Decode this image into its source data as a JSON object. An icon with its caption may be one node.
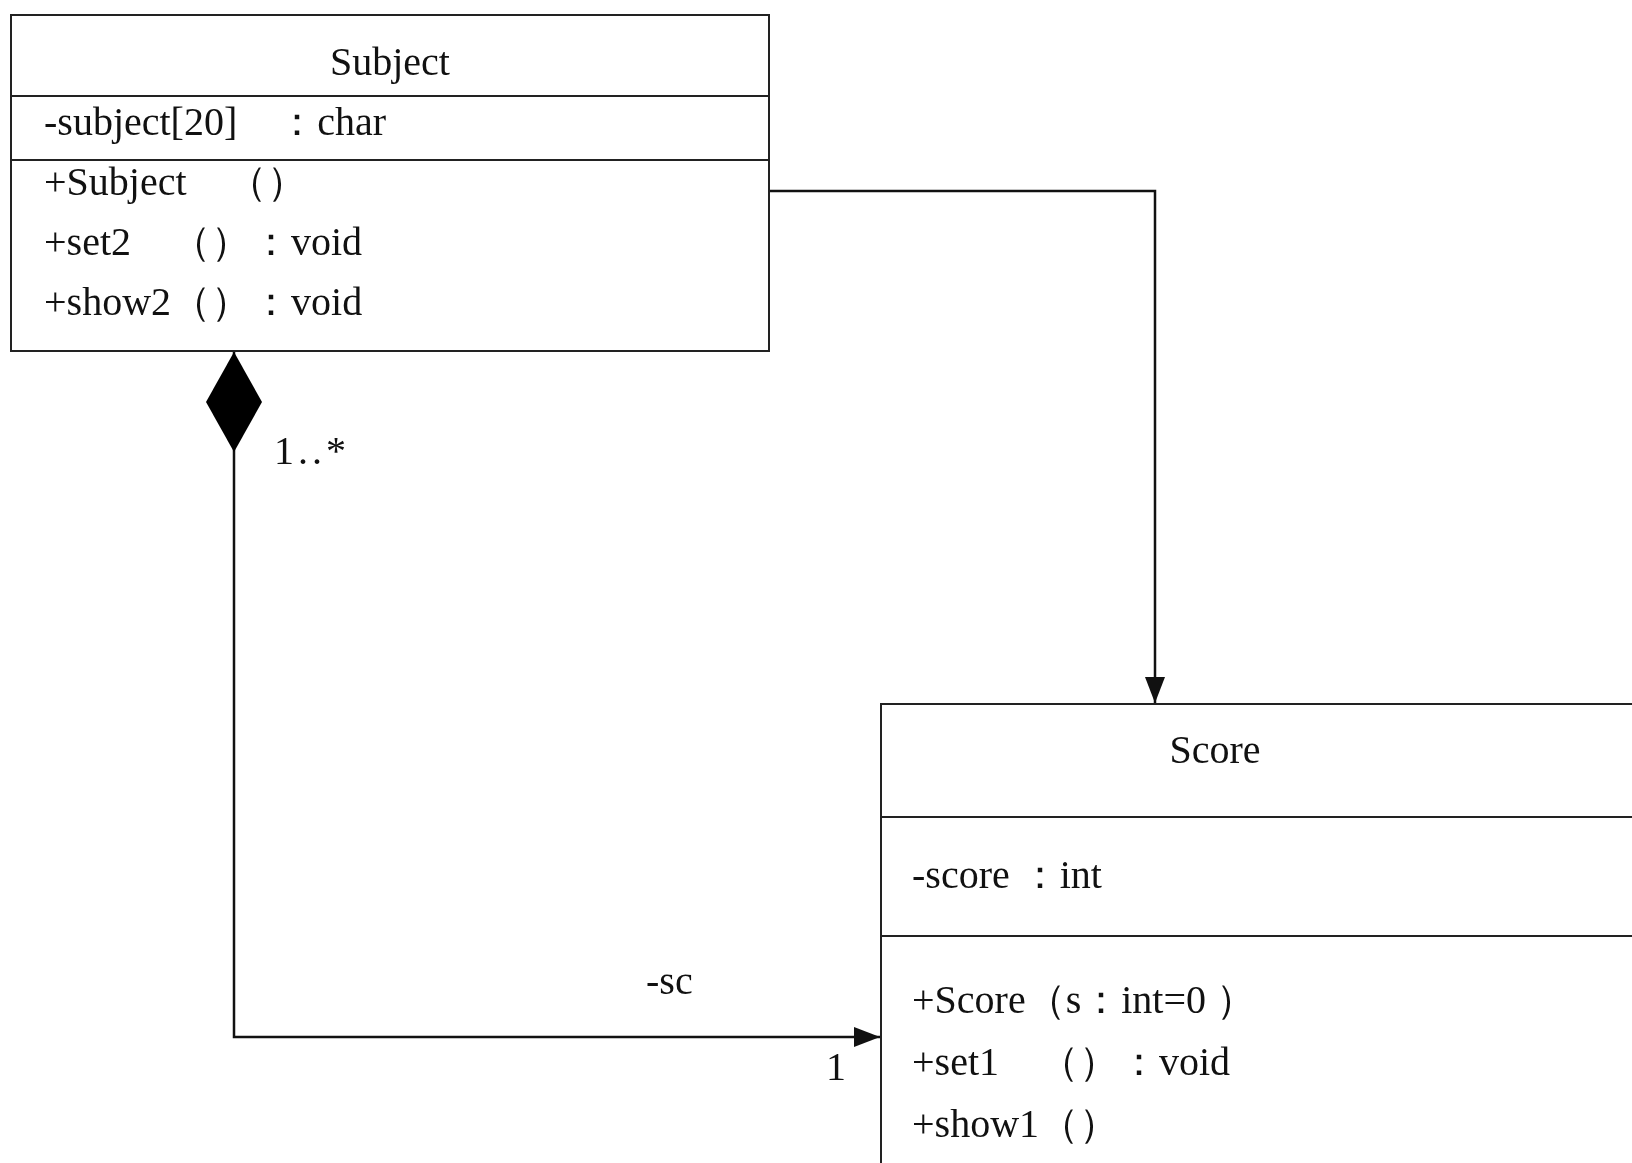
{
  "diagram": {
    "nodes": [
      {
        "text": [
          "Subject",
          "-subject[20]　：char",
          "+Subject　（）",
          "+set2　（）：void",
          "+show2（）：void"
        ]
      },
      {
        "text": [
          "Score",
          "-score ：int",
          "+Score（s：int=0 ）",
          "+set1　（）：void",
          "+show1（）"
        ]
      }
    ],
    "edges": [
      {
        "from": 0,
        "to": 1,
        "arrow": "to"
      },
      {
        "from": 0,
        "to": 1,
        "arrow": "to",
        "label": "-sc"
      }
    ],
    "labels": [
      "1..*",
      "1"
    ]
  }
}
